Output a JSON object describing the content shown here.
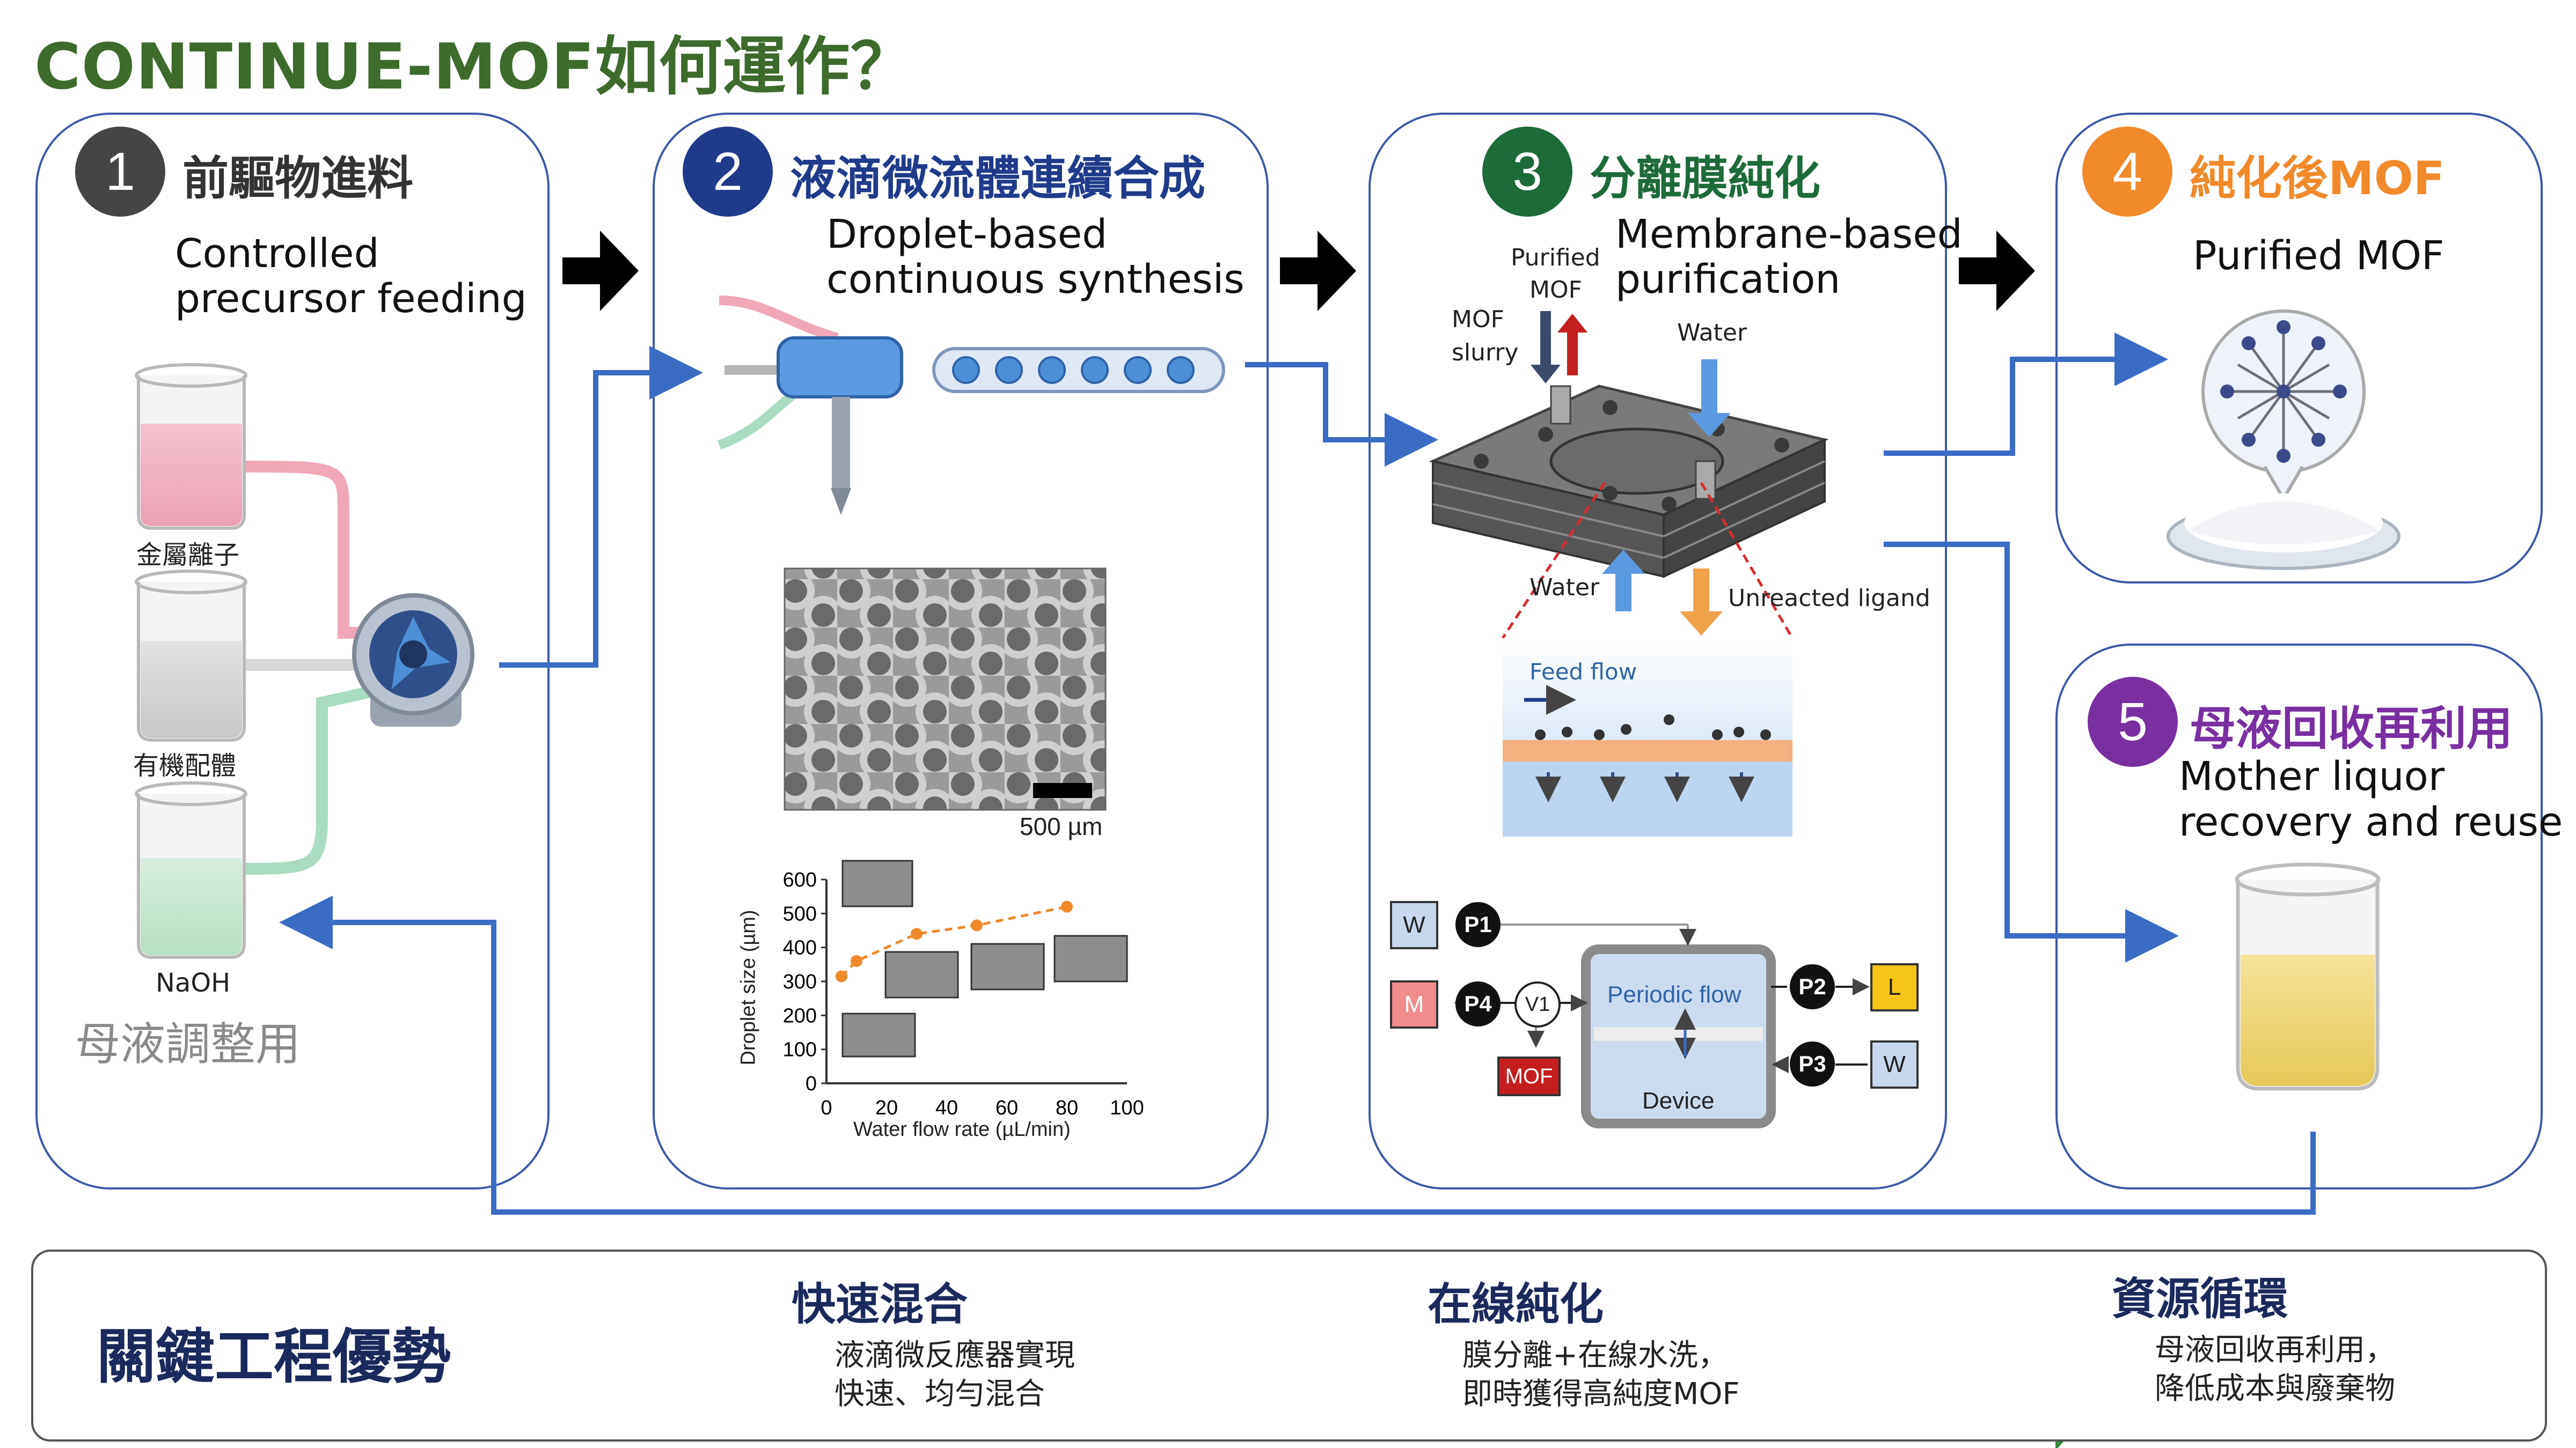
{
  "title": "CONTINUE-MOF如何運作？",
  "steps": [
    {
      "num": "1",
      "zh": "前驅物進料",
      "en1": "Controlled",
      "en2": "precursor feeding",
      "color": "#454545",
      "zh_color": "#333333"
    },
    {
      "num": "2",
      "zh": "液滴微流體連續合成",
      "en1": "Droplet-based",
      "en2": "continuous synthesis",
      "color": "#1f3b8a",
      "zh_color": "#1f3b8a"
    },
    {
      "num": "3",
      "zh": "分離膜純化",
      "en1": "Membrane-based",
      "en2": "purification",
      "color": "#1e6b3a",
      "zh_color": "#1e6b3a"
    },
    {
      "num": "4",
      "zh": "純化後MOF",
      "en1": "Purified MOF",
      "en2": "",
      "color": "#f08a2a",
      "zh_color": "#f08a2a"
    },
    {
      "num": "5",
      "zh": "母液回收再利用",
      "en1": "Mother liquor",
      "en2": "recovery and reuse",
      "color": "#7a2fa0",
      "zh_color": "#7a2fa0"
    }
  ],
  "panel1": {
    "beaker1": "金屬離子",
    "beaker2": "有機配體",
    "beaker3": "NaOH",
    "footer": "母液調整用"
  },
  "panel2": {
    "scale_bar": "500 µm",
    "chart_data": {
      "type": "line",
      "title": "",
      "xlabel": "Water flow rate (µL/min)",
      "ylabel": "Droplet size (µm)",
      "xlim": [
        0,
        100
      ],
      "ylim": [
        0,
        600
      ],
      "x_ticks": [
        "0",
        "20",
        "40",
        "60",
        "80",
        "100"
      ],
      "y_ticks": [
        "0",
        "100",
        "200",
        "300",
        "400",
        "500",
        "600"
      ],
      "x": [
        5,
        10,
        30,
        50,
        80
      ],
      "y": [
        315,
        360,
        440,
        465,
        520
      ]
    }
  },
  "panel3": {
    "purified_mof": "Purified",
    "purified_mof2": "MOF",
    "mof_slurry": "MOF",
    "mof_slurry2": "slurry",
    "water_top": "Water",
    "water_bottom": "Water",
    "unreacted": "Unreacted ligand",
    "feed_flow": "Feed flow",
    "schematic": {
      "w1": "W",
      "p1": "P1",
      "m": "M",
      "p4": "P4",
      "v1": "V1",
      "mof": "MOF",
      "periodic": "Periodic flow",
      "device": "Device",
      "p2": "P2",
      "l": "L",
      "p3": "P3",
      "w2": "W"
    }
  },
  "advantages": {
    "heading": "關鍵工程優勢",
    "items": [
      {
        "title": "快速混合",
        "line1": "液滴微反應器實現",
        "line2": "快速、均勻混合"
      },
      {
        "title": "在線純化",
        "line1": "膜分離+在線水洗，",
        "line2": "即時獲得高純度MOF"
      },
      {
        "title": "資源循環",
        "line1": "母液回收再利用，",
        "line2": "降低成本與廢棄物"
      }
    ]
  },
  "colors": {
    "flow_line": "#3b6cc4",
    "panel_border": "#3c5aa8",
    "green_title": "#3d6b2c"
  }
}
